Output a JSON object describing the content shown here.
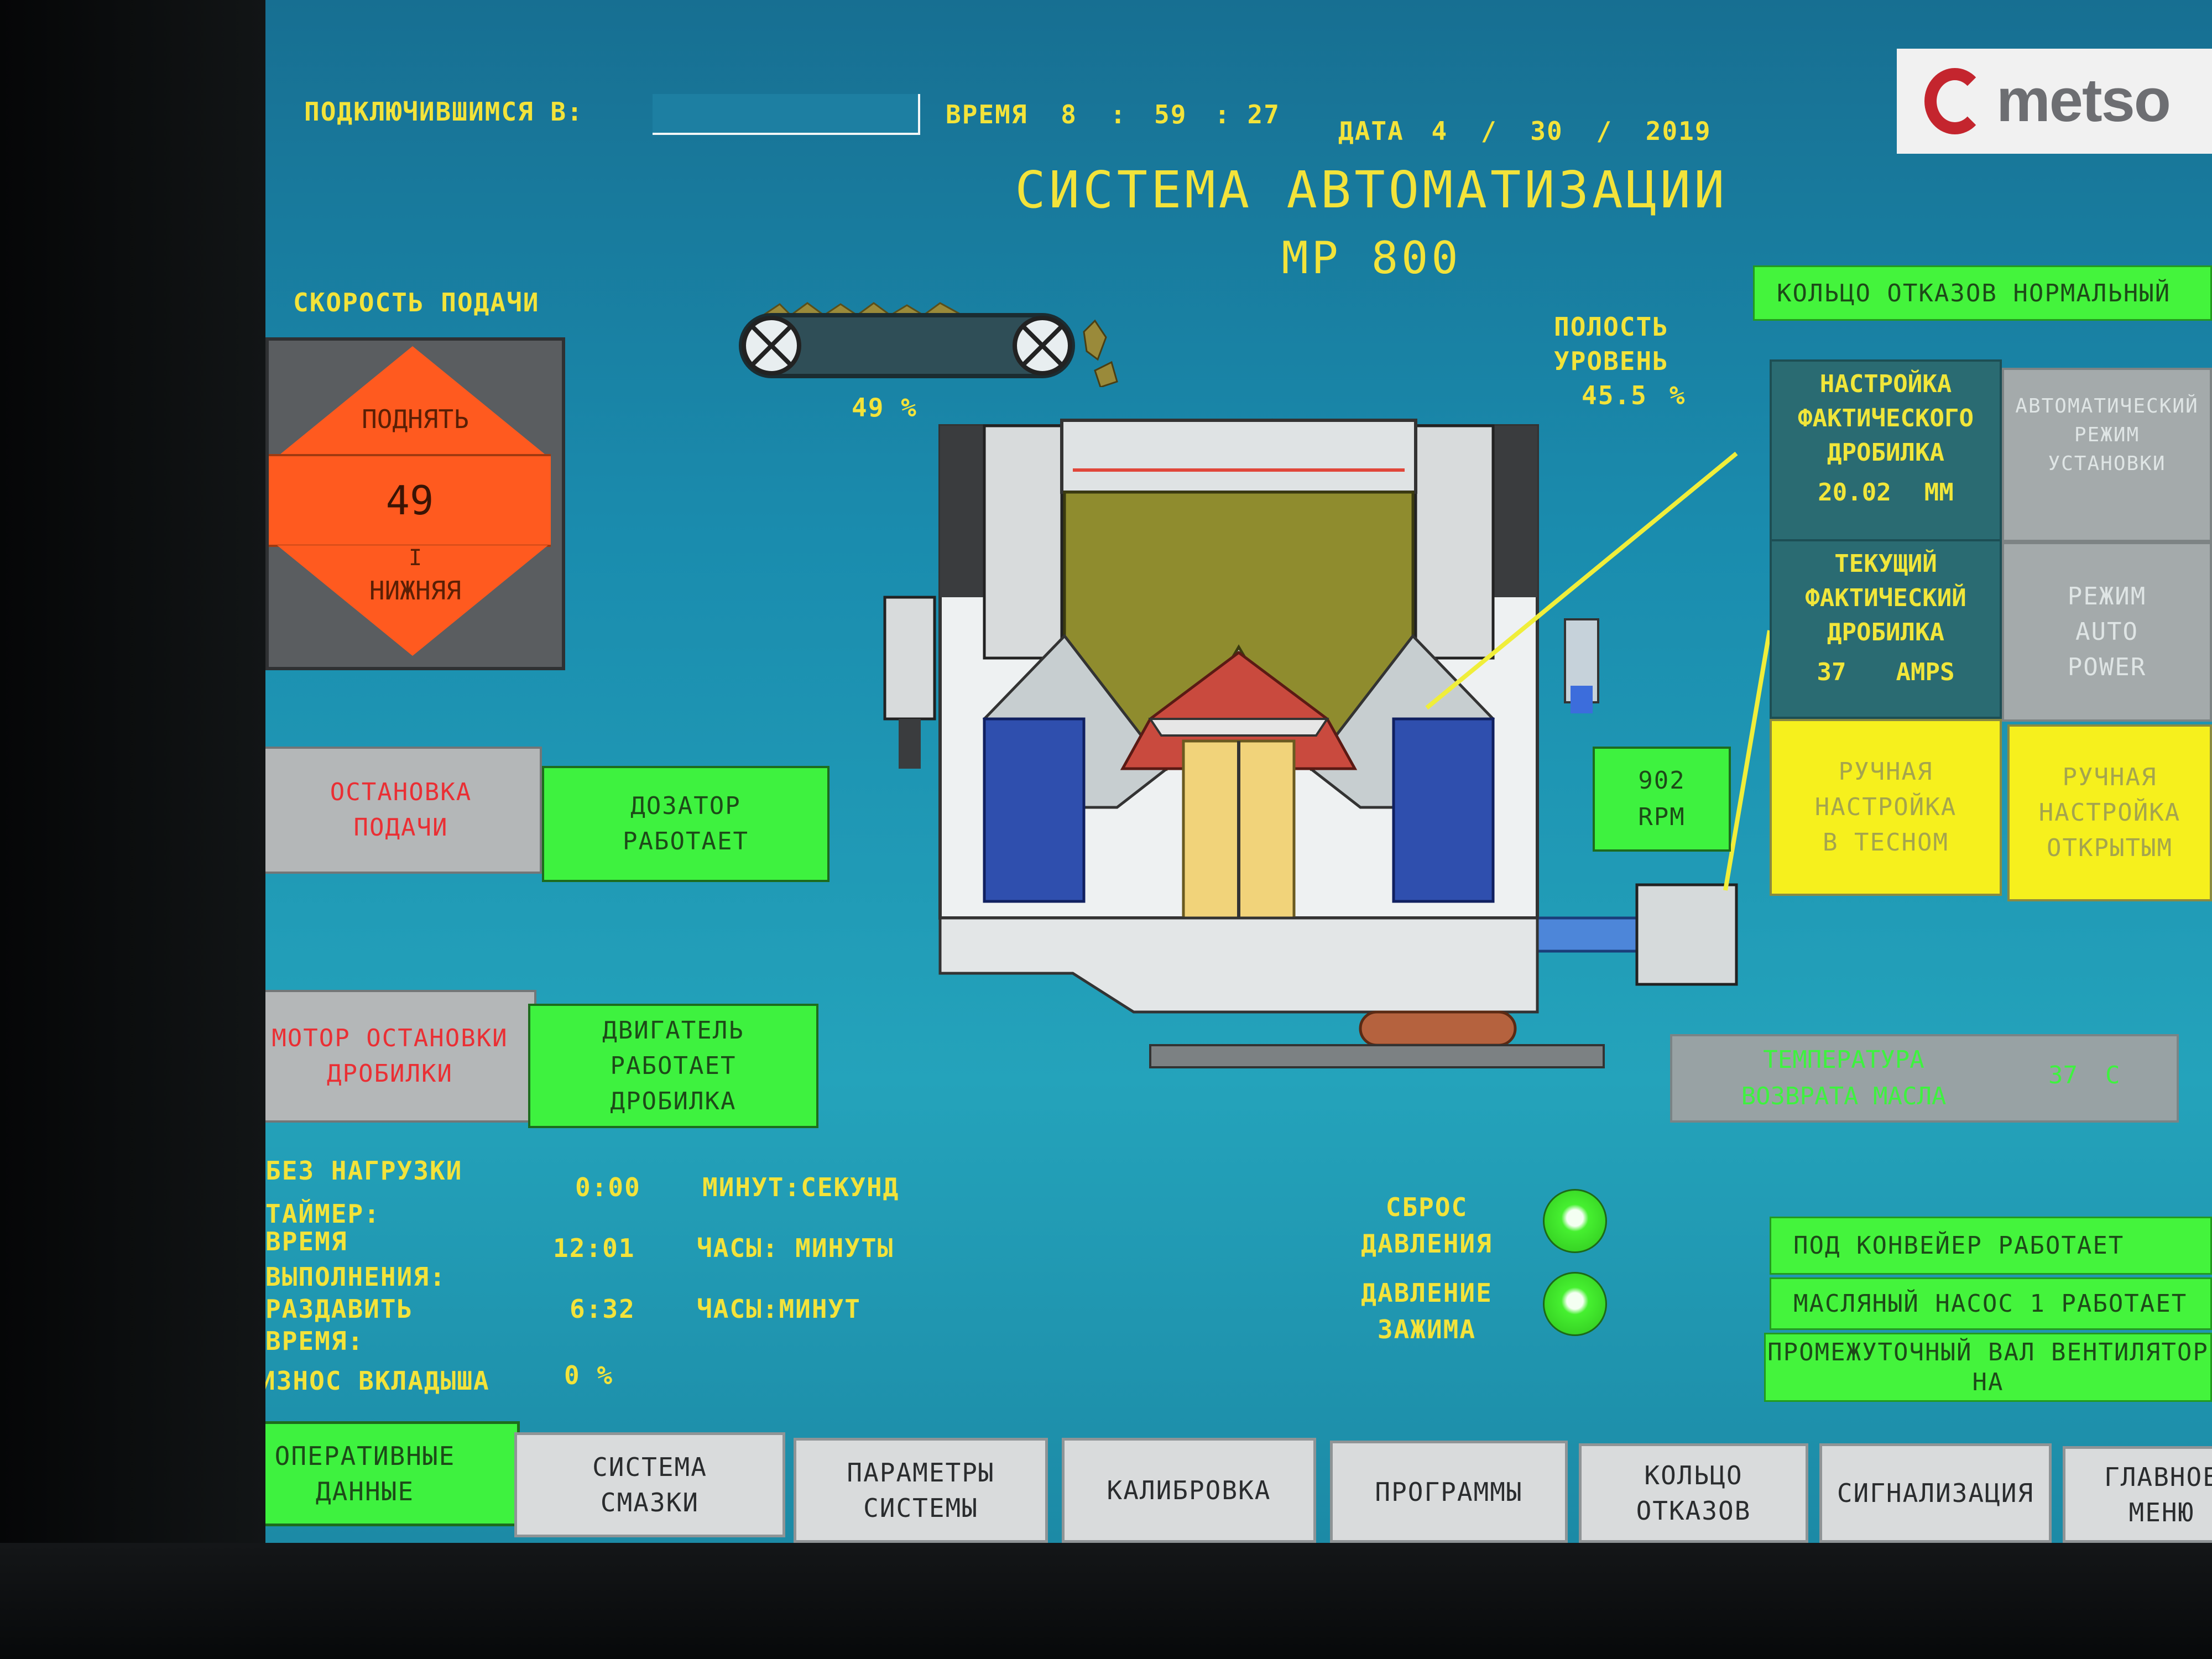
{
  "header": {
    "connected_label": "ПОДКЛЮЧИВШИМСЯ В:",
    "connected_value": "",
    "time_label": "ВРЕМЯ",
    "time_h": "8",
    "time_m": "59",
    "time_s": "27",
    "date_label": "ДАТА",
    "date_m": "4",
    "date_d": "30",
    "date_y": "2019",
    "sep_colon": ":",
    "sep_slash": "/",
    "title": "СИСТЕМА АВТОМАТИЗАЦИИ",
    "subtitle": "MP 800",
    "logo_text": "metso"
  },
  "feed": {
    "title": "СКОРОСТЬ ПОДАЧИ",
    "raise_label": "ПОДНЯТЬ",
    "value": "49",
    "lower_label": "НИЖНЯЯ",
    "lower_mark": "I",
    "conveyor_percent": "49 %",
    "stop_feed": "ОСТАНОВКА\nПОДАЧИ",
    "feeder_running": "ДОЗАТОР\nРАБОТАЕТ",
    "stop_motor": "МОТОР ОСТАНОВКИ\nДРОБИЛКИ",
    "motor_running": "ДВИГАТЕЛЬ\nРАБОТАЕТ\nДРОБИЛКА"
  },
  "cavity": {
    "label_line1": "ПОЛОСТЬ",
    "label_line2": "УРОВЕНЬ",
    "value": "45.5",
    "unit": "%"
  },
  "rpm": {
    "value": "902",
    "unit": "RPM"
  },
  "right_panel": {
    "ring_fault_status": "КОЛЬЦО ОТКАЗОВ НОРМАЛЬНЫЙ",
    "setting_title": "НАСТРОЙКА\nФАКТИЧЕСКОГО\nДРОБИЛКА",
    "setting_value": "20.02",
    "setting_unit": "ММ",
    "current_title": "ТЕКУЩИЙ\nФАКТИЧЕСКИЙ\nДРОБИЛКА",
    "current_value": "37",
    "current_unit": "AMPS",
    "auto_mode": "АВТОМАТИЧЕСКИЙ\nРЕЖИМ\nУСТАНОВКИ",
    "auto_power": "РЕЖИМ\nAUTO\nPOWER",
    "manual_closed": "РУЧНАЯ\nНАСТРОЙКА\nВ ТЕСНОМ",
    "manual_open": "РУЧНАЯ\nНАСТРОЙКА\nОТКРЫТЫМ",
    "oil_temp_label": "ТЕМПЕРАТУРА\nВОЗВРАТА МАСЛА",
    "oil_temp_value": "37",
    "oil_temp_unit": "C"
  },
  "timers": {
    "no_load_label": "БЕЗ НАГРУЗКИ",
    "no_load_value": "0:00",
    "no_load_unit": "МИНУТ:СЕКУНД",
    "timer_label": "ТАЙМЕР:\nВРЕМЯ",
    "timer_value": "12:01",
    "timer_unit": "ЧАСЫ: МИНУТЫ",
    "exec_label": "ВЫПОЛНЕНИЯ:\nРАЗДАВИТЬ\nВРЕМЯ:",
    "exec_value": "6:32",
    "exec_unit": "ЧАСЫ:МИНУТ",
    "wear_label": "ИЗНОС ВКЛАДЫША",
    "wear_value": "0 %"
  },
  "pressure": {
    "reset_label": "СБРОС\nДАВЛЕНИЯ",
    "clamp_label": "ДАВЛЕНИЕ\nЗАЖИМА"
  },
  "status_list": [
    "ПОД КОНВЕЙЕР РАБОТАЕТ",
    "МАСЛЯНЫЙ НАСОС 1 РАБОТАЕТ",
    "ПРОМЕЖУТОЧНЫЙ ВАЛ ВЕНТИЛЯТОР\nНА"
  ],
  "tabs": [
    {
      "label": "ОПЕРАТИВНЫЕ\nДАННЫЕ",
      "active": true
    },
    {
      "label": "СИСТЕМА\nСМАЗКИ",
      "active": false
    },
    {
      "label": "ПАРАМЕТРЫ\nСИСТЕМЫ",
      "active": false
    },
    {
      "label": "КАЛИБРОВКА",
      "active": false
    },
    {
      "label": "ПРОГРАММЫ",
      "active": false
    },
    {
      "label": "КОЛЬЦО\nОТКАЗОВ",
      "active": false
    },
    {
      "label": "СИГНАЛИЗАЦИЯ",
      "active": false
    },
    {
      "label": "ГЛАВНОЕ\nМЕНЮ",
      "active": false
    }
  ],
  "colors": {
    "screen_bg": "#1a8cae",
    "text_yellow": "#f3e33a",
    "ok_green": "#3ef23f",
    "alarm_red": "#ea2f34",
    "arrow_orange": "#ff5a1f"
  }
}
